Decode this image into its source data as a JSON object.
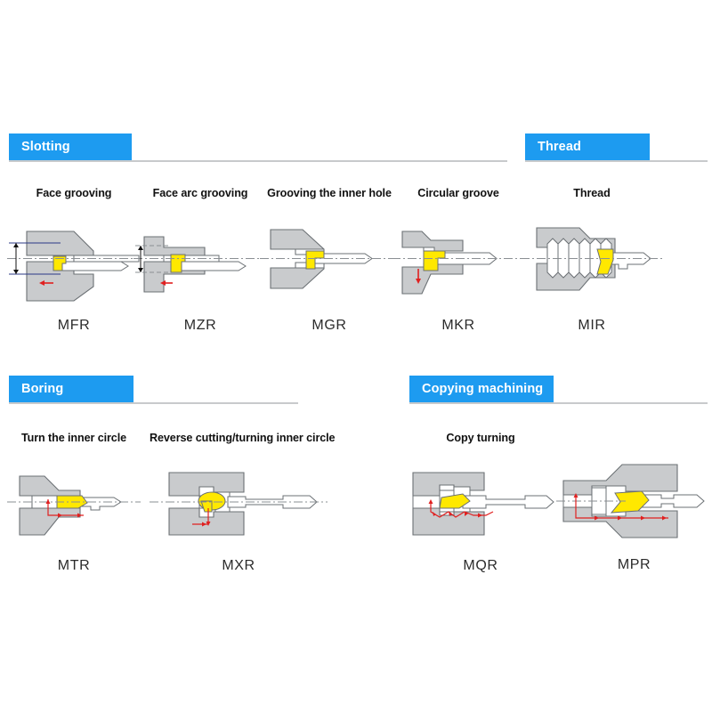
{
  "page": {
    "title": "Internal turning tool application chart",
    "background": "#ffffff",
    "accent_color": "#1d9bf0",
    "rule_color": "#c8cacc",
    "insert_color": "#ffe800",
    "workpiece_color": "#c9cbcd",
    "tool_color": "#ffffff",
    "line_color": "#5a5f63",
    "arrow_color": "#e02020"
  },
  "sections": [
    {
      "id": "slotting",
      "label": "Slotting",
      "banner_width": 138,
      "rule_width": 560,
      "items": [
        {
          "caption": "Face grooving",
          "code": "MFR",
          "figure": "face-grooving"
        },
        {
          "caption": "Face arc grooving",
          "code": "MZR",
          "figure": "face-arc-grooving"
        },
        {
          "caption": "Grooving the inner hole",
          "code": "MGR",
          "figure": "inner-hole-grooving"
        },
        {
          "caption": "Circular groove",
          "code": "MKR",
          "figure": "circular-groove"
        }
      ]
    },
    {
      "id": "thread",
      "label": "Thread",
      "banner_width": 140,
      "rule_width": 205,
      "items": [
        {
          "caption": "Thread",
          "code": "MIR",
          "figure": "thread"
        }
      ]
    },
    {
      "id": "boring",
      "label": "Boring",
      "banner_width": 140,
      "rule_width": 325,
      "items": [
        {
          "caption": "Turn the inner circle",
          "code": "MTR",
          "figure": "turn-inner-circle"
        },
        {
          "caption": "Reverse cutting/turning inner circle",
          "code": "MXR",
          "figure": "reverse-cutting"
        }
      ]
    },
    {
      "id": "copying-machining",
      "label": "Copying machining",
      "banner_width": 162,
      "rule_width": 335,
      "items": [
        {
          "caption": "Copy turning",
          "code": "MQR",
          "figure": "copy-turning-mqr"
        },
        {
          "caption": "",
          "code": "MPR",
          "figure": "copy-turning-mpr"
        }
      ]
    }
  ]
}
